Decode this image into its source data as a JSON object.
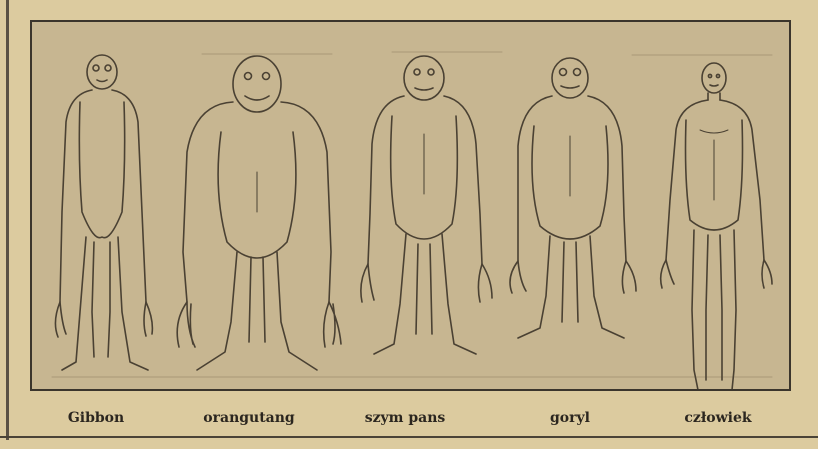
{
  "figure": {
    "figures": [
      {
        "id": "gibbon",
        "caption": "Gibbon"
      },
      {
        "id": "orangutan",
        "caption": "orangutang"
      },
      {
        "id": "chimpanzee",
        "caption": "szym pans"
      },
      {
        "id": "gorilla",
        "caption": "goryl"
      },
      {
        "id": "human",
        "caption": "człowiek"
      }
    ]
  },
  "colors": {
    "paper": "#dccb9f",
    "plate": "#c7b691",
    "ink": "#2b261f"
  }
}
